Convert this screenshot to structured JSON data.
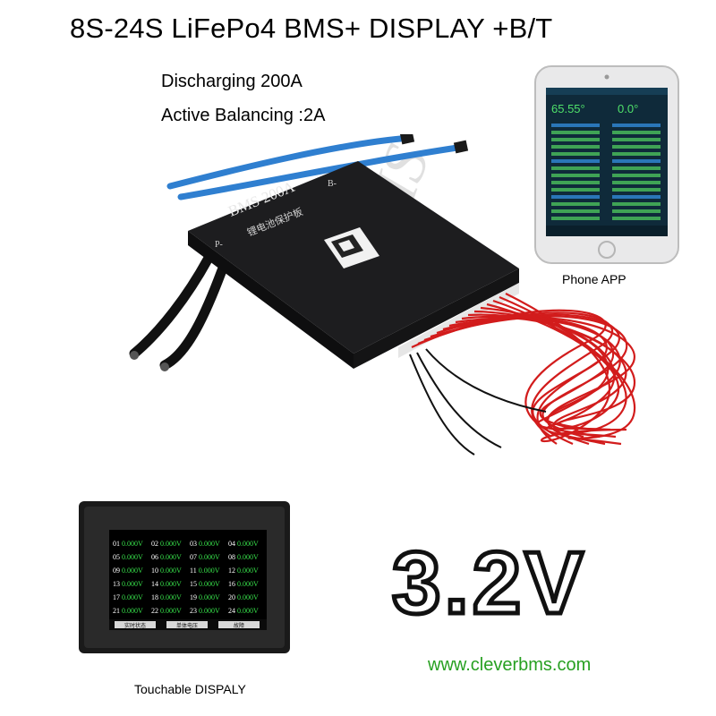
{
  "title": "8S-24S LiFePo4 BMS+ DISPLAY +B/T",
  "specs": {
    "discharging": "Discharging 200A",
    "balancing": "Active Balancing :2A"
  },
  "bms_board": {
    "model": "BMS 200A",
    "chinese_label": "锂电池保护板",
    "p_minus": "P-",
    "b_minus": "B-"
  },
  "phone": {
    "label": "Phone APP",
    "readout_left": "65.55°",
    "readout_right": "0.0°"
  },
  "display": {
    "label": "Touchable DISPALY",
    "cells": [
      {
        "id": "01",
        "value": "0.000V"
      },
      {
        "id": "02",
        "value": "0.000V"
      },
      {
        "id": "03",
        "value": "0.000V"
      },
      {
        "id": "04",
        "value": "0.000V"
      },
      {
        "id": "05",
        "value": "0.000V"
      },
      {
        "id": "06",
        "value": "0.000V"
      },
      {
        "id": "07",
        "value": "0.000V"
      },
      {
        "id": "08",
        "value": "0.000V"
      },
      {
        "id": "09",
        "value": "0.000V"
      },
      {
        "id": "10",
        "value": "0.000V"
      },
      {
        "id": "11",
        "value": "0.000V"
      },
      {
        "id": "12",
        "value": "0.000V"
      },
      {
        "id": "13",
        "value": "0.000V"
      },
      {
        "id": "14",
        "value": "0.000V"
      },
      {
        "id": "15",
        "value": "0.000V"
      },
      {
        "id": "16",
        "value": "0.000V"
      },
      {
        "id": "17",
        "value": "0.000V"
      },
      {
        "id": "18",
        "value": "0.000V"
      },
      {
        "id": "19",
        "value": "0.000V"
      },
      {
        "id": "20",
        "value": "0.000V"
      },
      {
        "id": "21",
        "value": "0.000V"
      },
      {
        "id": "22",
        "value": "0.000V"
      },
      {
        "id": "23",
        "value": "0.000V"
      },
      {
        "id": "24",
        "value": "0.000V"
      }
    ],
    "tabs": [
      "实时状态",
      "单体电压",
      "故障"
    ]
  },
  "voltage": "3.2V",
  "website": "www.cleverbms.com",
  "colors": {
    "website_green": "#27a021",
    "cell_value_green": "#37e04a",
    "wire_red": "#d21c1c",
    "wire_blue": "#2f7fd0"
  }
}
